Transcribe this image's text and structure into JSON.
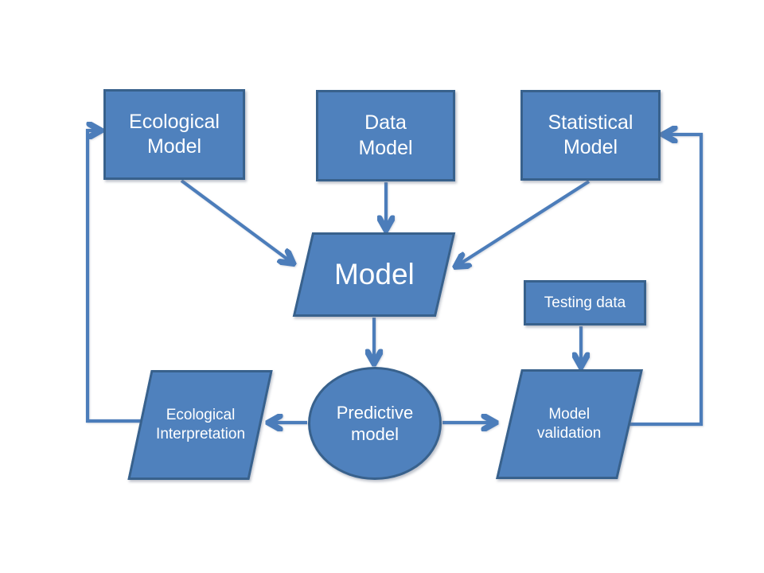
{
  "diagram": {
    "background_color": "#FFFFFF",
    "colors": {
      "shape_fill": "#4F81BD",
      "shape_border": "#38618C",
      "arrow": "#4C7DBA",
      "label_text": "#FFFFFF"
    },
    "nodes": {
      "ecological_model": {
        "label": "Ecological\nModel",
        "shape": "rectangle"
      },
      "data_model": {
        "label": "Data\nModel",
        "shape": "rectangle"
      },
      "statistical_model": {
        "label": "Statistical\nModel",
        "shape": "rectangle"
      },
      "model": {
        "label": "Model",
        "shape": "parallelogram"
      },
      "testing_data": {
        "label": "Testing data",
        "shape": "rectangle"
      },
      "ecological_interpretation": {
        "label": "Ecological\nInterpretation",
        "shape": "parallelogram"
      },
      "predictive_model": {
        "label": "Predictive\nmodel",
        "shape": "ellipse"
      },
      "model_validation": {
        "label": "Model\nvalidation",
        "shape": "parallelogram"
      }
    },
    "connections": [
      {
        "from": "ecological_model",
        "to": "model"
      },
      {
        "from": "data_model",
        "to": "model"
      },
      {
        "from": "statistical_model",
        "to": "model"
      },
      {
        "from": "model",
        "to": "predictive_model"
      },
      {
        "from": "testing_data",
        "to": "model_validation"
      },
      {
        "from": "predictive_model",
        "to": "model_validation"
      },
      {
        "from": "predictive_model",
        "to": "ecological_interpretation"
      },
      {
        "from": "ecological_interpretation",
        "to": "ecological_model"
      },
      {
        "from": "model_validation",
        "to": "statistical_model"
      }
    ]
  }
}
